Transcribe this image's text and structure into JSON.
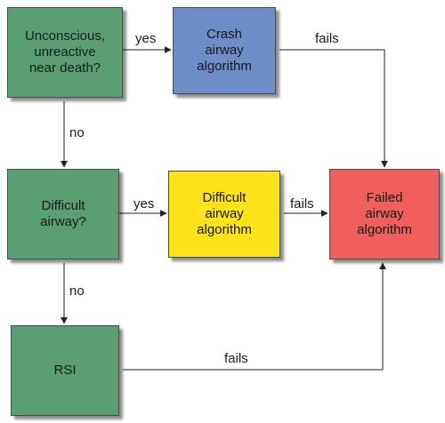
{
  "diagram": {
    "nodes": {
      "unconscious": "Unconscious,\nunreactive\nnear death?",
      "crash": "Crash\nairway\nalgorithm",
      "difficult": "Difficult\nairway?",
      "difficult_algo": "Difficult\nairway\nalgorithm",
      "failed": "Failed\nairway\nalgorithm",
      "rsi": "RSI"
    },
    "edge_labels": {
      "unconscious_to_crash": "yes",
      "unconscious_to_difficult": "no",
      "crash_to_failed": "fails",
      "difficult_to_difficult_algo": "yes",
      "difficult_algo_to_failed": "fails",
      "difficult_to_rsi": "no",
      "rsi_to_failed": "fails"
    },
    "colors": {
      "decision": "#5a9e73",
      "crash": "#6e8cc8",
      "difficult_algorithm": "#fde21c",
      "failed": "#ef5f5b"
    }
  }
}
